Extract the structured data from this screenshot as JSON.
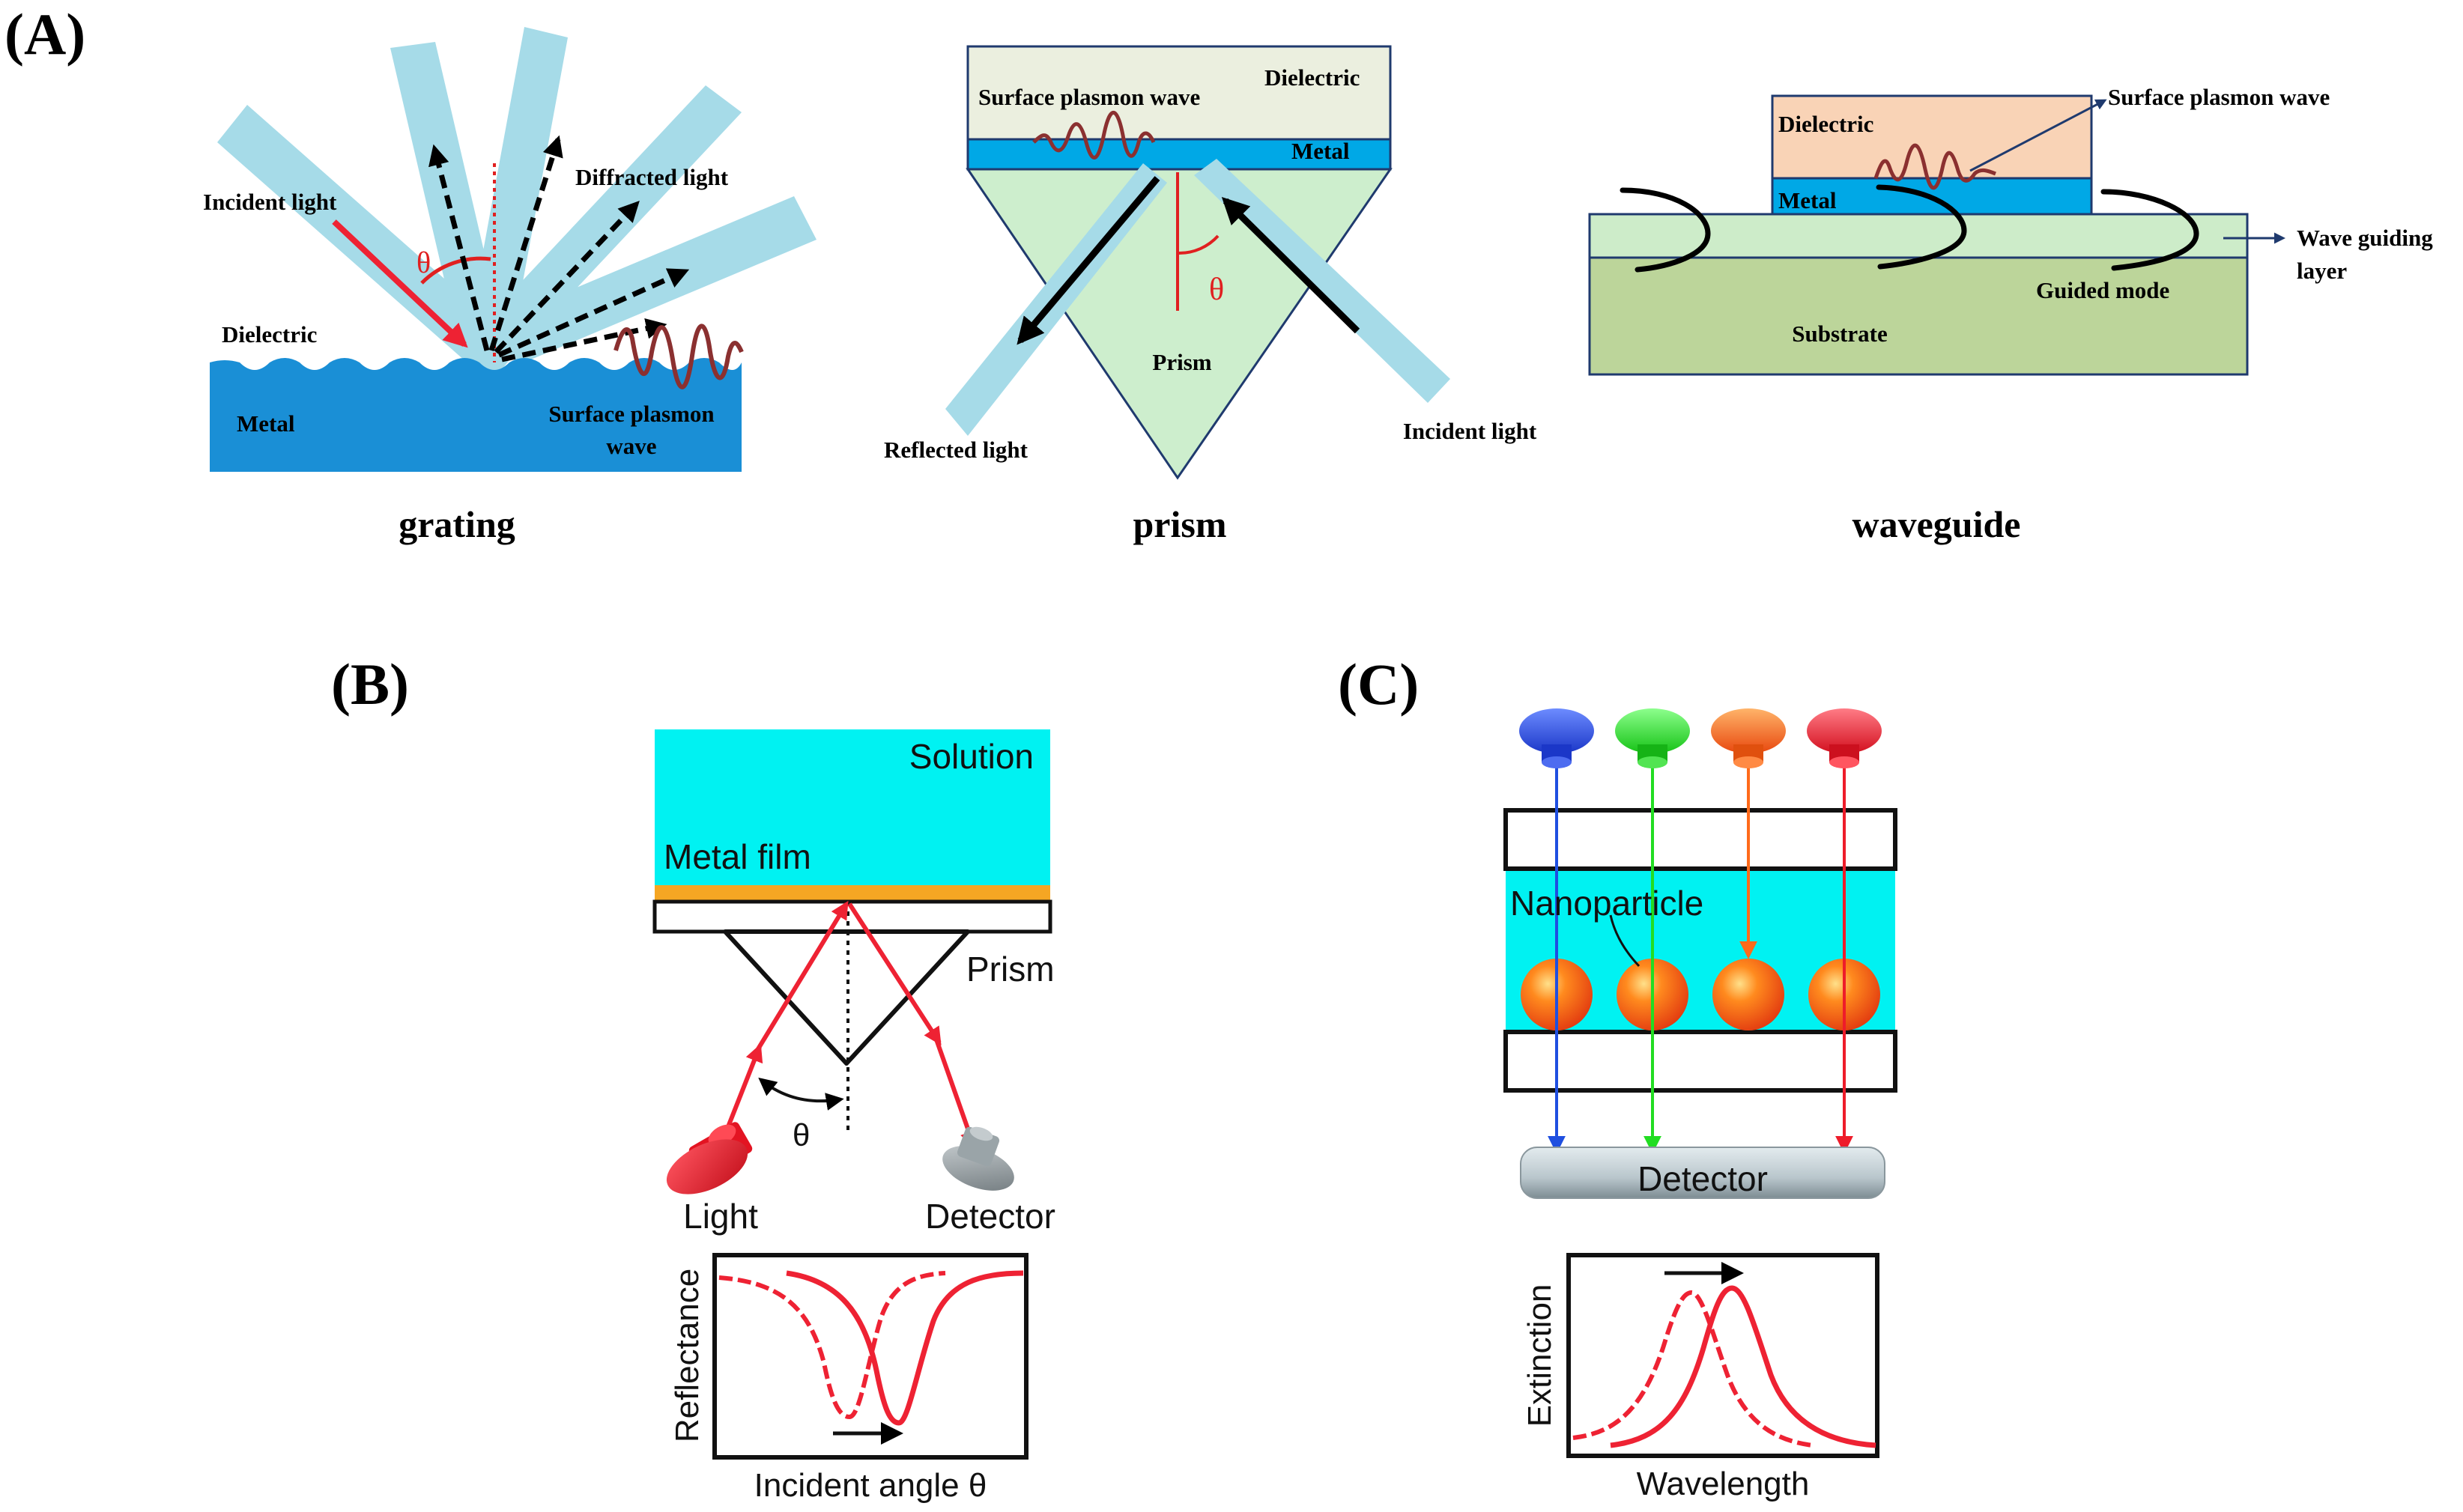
{
  "panels": {
    "a": {
      "label": "(A)",
      "grating": {
        "caption": "grating",
        "incident_light": "Incident light",
        "diffracted_light": "Diffracted light",
        "theta": "θ",
        "dielectric": "Dielectric",
        "metal": "Metal",
        "spw_line1": "Surface plasmon",
        "spw_line2": "wave"
      },
      "prism": {
        "caption": "prism",
        "dielectric": "Dielectric",
        "surface_plasmon_wave": "Surface plasmon wave",
        "metal": "Metal",
        "prism": "Prism",
        "theta": "θ",
        "reflected_light": "Reflected light",
        "incident_light": "Incident light"
      },
      "waveguide": {
        "caption": "waveguide",
        "dielectric": "Dielectric",
        "metal": "Metal",
        "surface_plasmon_wave": "Surface plasmon wave",
        "wave_guiding_line1": "Wave guiding",
        "wave_guiding_line2": "layer",
        "guided_mode": "Guided mode",
        "substrate": "Substrate"
      }
    },
    "b": {
      "label": "(B)",
      "solution": "Solution",
      "metal_film": "Metal film",
      "prism": "Prism",
      "theta": "θ",
      "light": "Light",
      "detector": "Detector",
      "plot": {
        "ylabel": "Reflectance",
        "xlabel": "Incident angle θ"
      }
    },
    "c": {
      "label": "(C)",
      "nanoparticle": "Nanoparticle",
      "detector": "Detector",
      "plot": {
        "ylabel": "Extinction",
        "xlabel": "Wavelength"
      }
    }
  },
  "colors": {
    "light_blue_beam": "#a6dbe8",
    "metal_blue": "#1a8fd6",
    "metal_cyan": "#00a8e6",
    "dielectric_cream": "#ebefdf",
    "prism_green": "#cdeecd",
    "dielectric_peach": "#f9d3b6",
    "guide_green": "#cdecc9",
    "substrate_green": "#bcd59a",
    "solution_cyan": "#00f2f2",
    "film_orange": "#f5a623",
    "ray_red": "#ee2233",
    "wave_brown": "#8b3030"
  }
}
